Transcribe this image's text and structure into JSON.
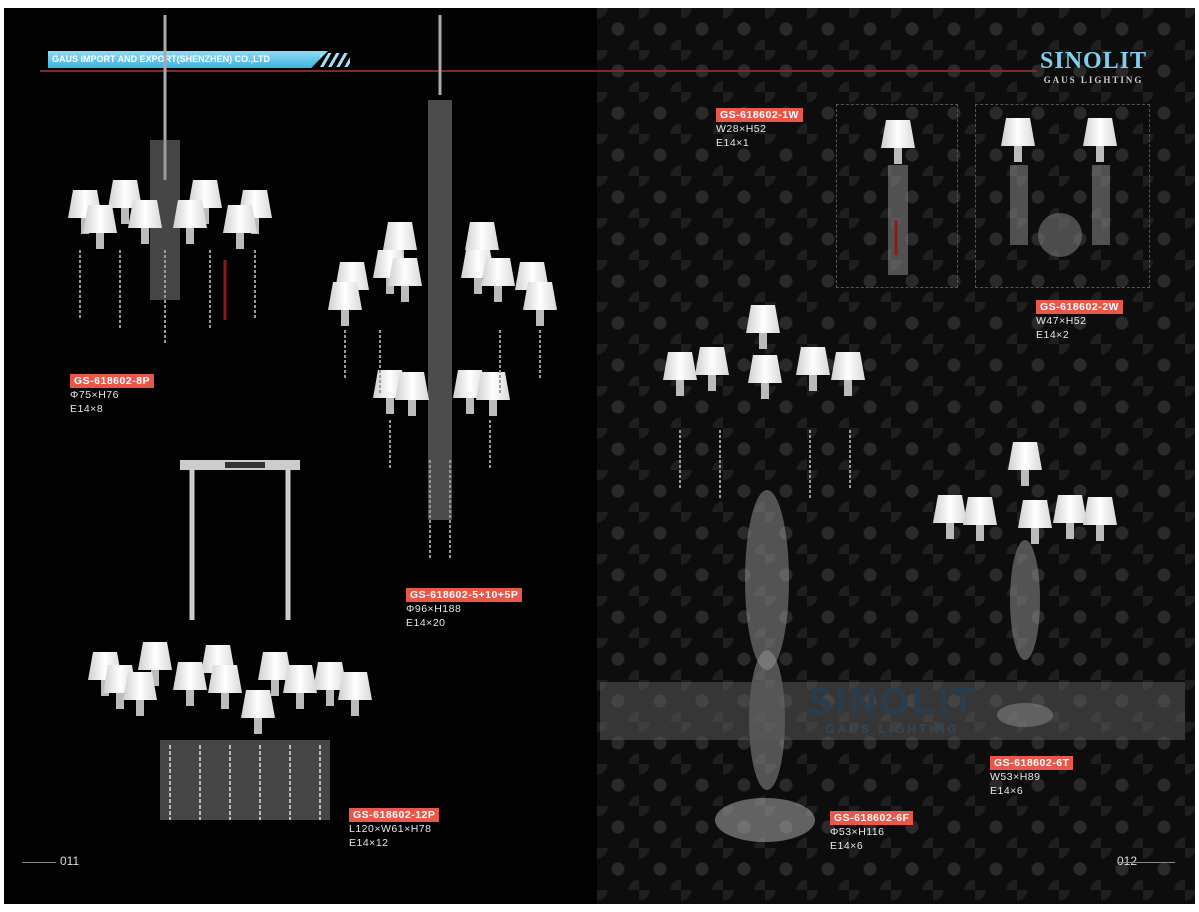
{
  "header": {
    "company": "GAUS IMPORT AND EXPORT(SHENZHEN) CO.,LTD",
    "logo": "SINOLIT",
    "logo_sub": "GAUS LIGHTING"
  },
  "watermark": {
    "title": "SINOLIT",
    "subtitle": "GAUS LIGHTING"
  },
  "products": [
    {
      "code": "GS-618602-8P",
      "size": "Φ75×H76",
      "bulb": "E14×8"
    },
    {
      "code": "GS-618602-5+10+5P",
      "size": "Φ96×H188",
      "bulb": "E14×20"
    },
    {
      "code": "GS-618602-12P",
      "size": "L120×W61×H78",
      "bulb": "E14×12"
    },
    {
      "code": "GS-618602-1W",
      "size": "W28×H52",
      "bulb": "E14×1"
    },
    {
      "code": "GS-618602-2W",
      "size": "W47×H52",
      "bulb": "E14×2"
    },
    {
      "code": "GS-618602-6F",
      "size": "Φ53×H116",
      "bulb": "E14×6"
    },
    {
      "code": "GS-618602-6T",
      "size": "W53×H89",
      "bulb": "E14×6"
    }
  ],
  "pages": {
    "left": "011",
    "right": "012"
  }
}
